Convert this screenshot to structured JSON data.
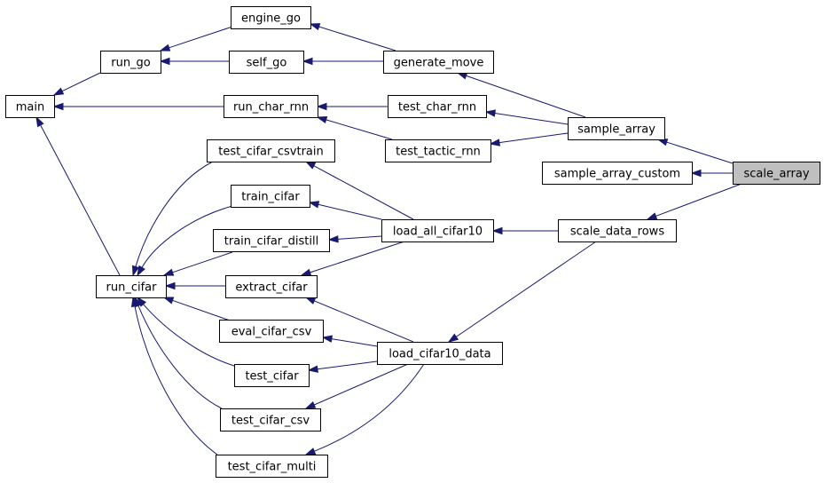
{
  "diagram": {
    "type": "call-graph",
    "edge_color": "#191970",
    "highlight_fill": "#bfbfbf",
    "nodes": {
      "main": "main",
      "run_go": "run_go",
      "engine_go": "engine_go",
      "self_go": "self_go",
      "generate_move": "generate_move",
      "run_char_rnn": "run_char_rnn",
      "test_char_rnn": "test_char_rnn",
      "test_tactic_rnn": "test_tactic_rnn",
      "sample_array": "sample_array",
      "sample_array_custom": "sample_array_custom",
      "scale_array": "scale_array",
      "scale_data_rows": "scale_data_rows",
      "load_all_cifar10": "load_all_cifar10",
      "load_cifar10_data": "load_cifar10_data",
      "run_cifar": "run_cifar",
      "test_cifar_csvtrain": "test_cifar_csvtrain",
      "train_cifar": "train_cifar",
      "train_cifar_distill": "train_cifar_distill",
      "extract_cifar": "extract_cifar",
      "eval_cifar_csv": "eval_cifar_csv",
      "test_cifar": "test_cifar",
      "test_cifar_csv": "test_cifar_csv",
      "test_cifar_multi": "test_cifar_multi"
    },
    "highlighted": "scale_array",
    "edges": [
      [
        "main",
        "run_go"
      ],
      [
        "main",
        "run_char_rnn"
      ],
      [
        "main",
        "run_cifar"
      ],
      [
        "run_go",
        "engine_go"
      ],
      [
        "run_go",
        "self_go"
      ],
      [
        "engine_go",
        "generate_move"
      ],
      [
        "self_go",
        "generate_move"
      ],
      [
        "generate_move",
        "sample_array"
      ],
      [
        "run_char_rnn",
        "test_char_rnn"
      ],
      [
        "run_char_rnn",
        "test_tactic_rnn"
      ],
      [
        "test_char_rnn",
        "sample_array"
      ],
      [
        "test_tactic_rnn",
        "sample_array"
      ],
      [
        "sample_array",
        "scale_array"
      ],
      [
        "sample_array_custom",
        "scale_array"
      ],
      [
        "scale_data_rows",
        "scale_array"
      ],
      [
        "load_all_cifar10",
        "scale_data_rows"
      ],
      [
        "load_cifar10_data",
        "scale_data_rows"
      ],
      [
        "run_cifar",
        "test_cifar_csvtrain"
      ],
      [
        "run_cifar",
        "train_cifar"
      ],
      [
        "run_cifar",
        "train_cifar_distill"
      ],
      [
        "run_cifar",
        "extract_cifar"
      ],
      [
        "run_cifar",
        "eval_cifar_csv"
      ],
      [
        "run_cifar",
        "test_cifar"
      ],
      [
        "run_cifar",
        "test_cifar_csv"
      ],
      [
        "run_cifar",
        "test_cifar_multi"
      ],
      [
        "test_cifar_csvtrain",
        "load_all_cifar10"
      ],
      [
        "train_cifar",
        "load_all_cifar10"
      ],
      [
        "train_cifar_distill",
        "load_all_cifar10"
      ],
      [
        "extract_cifar",
        "load_all_cifar10"
      ],
      [
        "extract_cifar",
        "load_cifar10_data"
      ],
      [
        "eval_cifar_csv",
        "load_cifar10_data"
      ],
      [
        "test_cifar",
        "load_cifar10_data"
      ],
      [
        "test_cifar_csv",
        "load_cifar10_data"
      ],
      [
        "test_cifar_multi",
        "load_cifar10_data"
      ]
    ]
  }
}
